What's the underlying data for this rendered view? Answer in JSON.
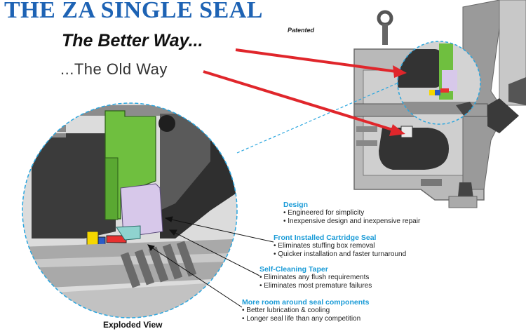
{
  "header": {
    "title": "THE ZA SINGLE SEAL",
    "patented": "Patented",
    "better_way": "The Better Way...",
    "old_way": "...The Old Way"
  },
  "caption": "Exploded View",
  "features": [
    {
      "heading": "Design",
      "bullets": [
        "Engineered for simplicity",
        "Inexpensive design and inexpensive repair"
      ]
    },
    {
      "heading": "Front Installed Cartridge Seal",
      "bullets": [
        "Eliminates stuffing box removal",
        "Quicker installation and faster turnaround"
      ]
    },
    {
      "heading": "Self-Cleaning Taper",
      "bullets": [
        "Eliminates any flush requirements",
        "Eliminates most premature failures"
      ]
    },
    {
      "heading": "More room around seal components",
      "bullets": [
        "Better lubrication & cooling",
        "Longer seal life than any competition"
      ]
    }
  ],
  "colors": {
    "title_blue": "#1e63b4",
    "heading_blue": "#1a9bd7",
    "arrow_red": "#e0262b",
    "seal_green": "#6fbf3f",
    "seal_lavender": "#d7c8ea",
    "circle_dash": "#2aa6df"
  }
}
